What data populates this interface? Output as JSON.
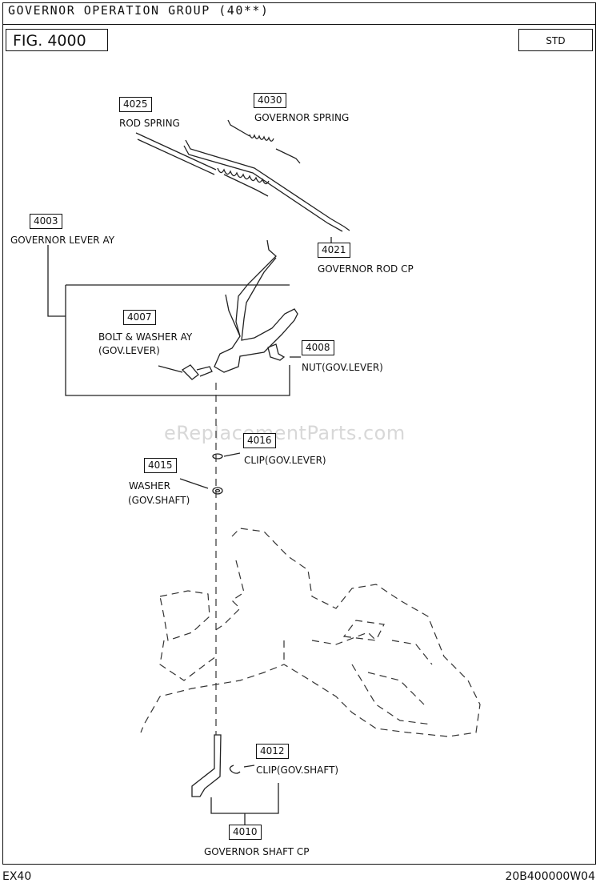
{
  "header": {
    "title": "GOVERNOR OPERATION GROUP (40**)",
    "figure": "FIG. 4000",
    "variant": "STD"
  },
  "footer": {
    "model": "EX40",
    "doc_code": "20B400000W04"
  },
  "watermark": "eReplacementParts.com",
  "parts": [
    {
      "number": "4025",
      "name": "ROD SPRING"
    },
    {
      "number": "4030",
      "name": "GOVERNOR SPRING"
    },
    {
      "number": "4003",
      "name": "GOVERNOR LEVER AY"
    },
    {
      "number": "4021",
      "name": "GOVERNOR ROD CP"
    },
    {
      "number": "4007",
      "name": "BOLT & WASHER AY",
      "name2": "(GOV.LEVER)"
    },
    {
      "number": "4008",
      "name": "NUT(GOV.LEVER)"
    },
    {
      "number": "4016",
      "name": "CLIP(GOV.LEVER)"
    },
    {
      "number": "4015",
      "name": "WASHER",
      "name2": "(GOV.SHAFT)"
    },
    {
      "number": "4012",
      "name": "CLIP(GOV.SHAFT)"
    },
    {
      "number": "4010",
      "name": "GOVERNOR SHAFT CP"
    }
  ]
}
